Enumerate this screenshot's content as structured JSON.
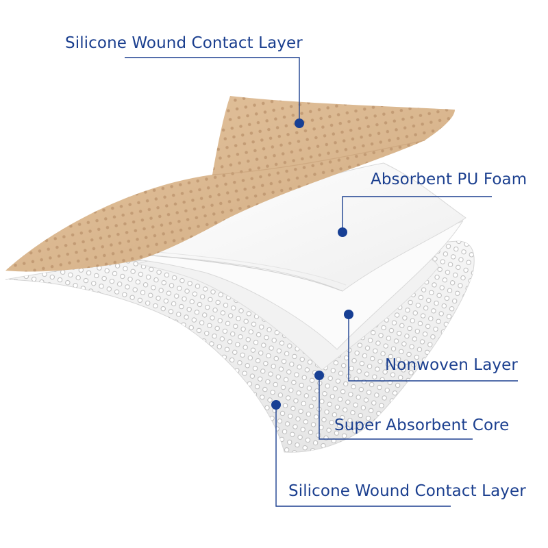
{
  "callouts": [
    {
      "label": "Silicone Wound Contact Layer"
    },
    {
      "label": "Absorbent PU Foam"
    },
    {
      "label": "Nonwoven Layer"
    },
    {
      "label": "Super Absorbent Core"
    },
    {
      "label": "Silicone Wound Contact Layer"
    }
  ],
  "colors": {
    "label_text": "#1b3f8f",
    "leader_line": "#1b3f8f",
    "marker_dot": "#173f94",
    "skin_layer": "#dcb890",
    "skin_dots": "#bf9670",
    "foam_layer": "#ffffff",
    "mesh_layer": "#eeeeee",
    "mesh_dots": "#b8b8b8"
  }
}
